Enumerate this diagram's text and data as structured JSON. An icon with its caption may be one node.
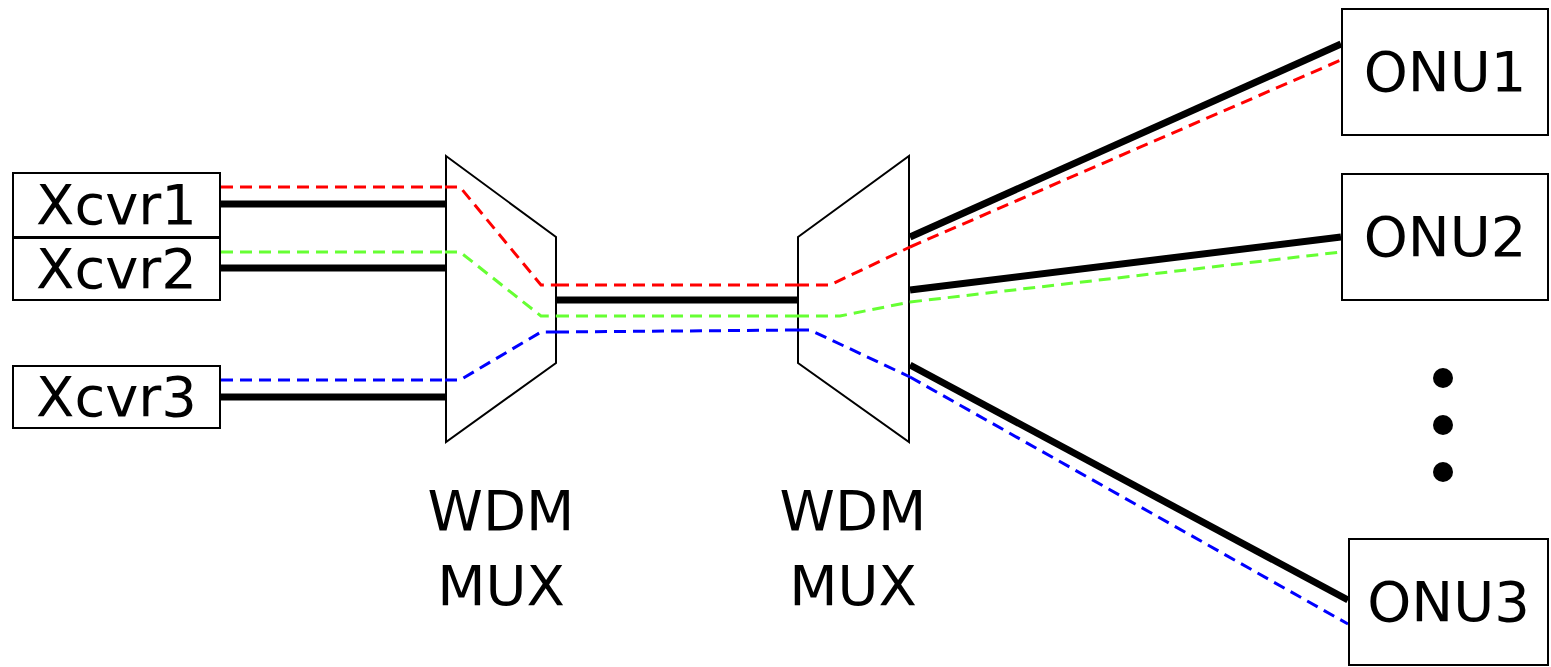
{
  "diagram": {
    "nodes": [
      {
        "text": [
          "Xcvr1"
        ]
      },
      {
        "text": [
          "Xcvr2"
        ]
      },
      {
        "text": [
          "Xcvr3"
        ]
      },
      {
        "text": [
          "WDM MUX"
        ]
      },
      {
        "text": [
          "WDM MUX"
        ]
      },
      {
        "text": [
          "ONU1"
        ]
      },
      {
        "text": [
          "ONU2"
        ]
      },
      {
        "text": [
          "ONU3"
        ]
      }
    ],
    "edges": [
      {
        "from": 0,
        "to": 3,
        "arrow": "none",
        "style": "thick"
      },
      {
        "from": 1,
        "to": 3,
        "arrow": "none",
        "style": "thick"
      },
      {
        "from": 2,
        "to": 3,
        "arrow": "none",
        "style": "thick"
      },
      {
        "from": 3,
        "to": 4,
        "arrow": "none",
        "style": "thick"
      },
      {
        "from": 4,
        "to": 5,
        "arrow": "none",
        "style": "thick"
      },
      {
        "from": 4,
        "to": 6,
        "arrow": "none",
        "style": "thick"
      },
      {
        "from": 4,
        "to": 7,
        "arrow": "none",
        "style": "thick"
      },
      {
        "from": 0,
        "to": 3,
        "arrow": "none",
        "style": "dashed",
        "color": "#ff0000"
      },
      {
        "from": 1,
        "to": 3,
        "arrow": "none",
        "style": "dashed",
        "color": "#66ff33"
      },
      {
        "from": 2,
        "to": 3,
        "arrow": "none",
        "style": "dashed",
        "color": "#0000ff"
      },
      {
        "from": 3,
        "to": 4,
        "arrow": "none",
        "style": "dashed",
        "color": "#ff0000"
      },
      {
        "from": 3,
        "to": 4,
        "arrow": "none",
        "style": "dashed",
        "color": "#66ff33"
      },
      {
        "from": 3,
        "to": 4,
        "arrow": "none",
        "style": "dashed",
        "color": "#0000ff"
      },
      {
        "from": 4,
        "to": 5,
        "arrow": "none",
        "style": "dashed",
        "color": "#ff0000"
      },
      {
        "from": 4,
        "to": 6,
        "arrow": "none",
        "style": "dashed",
        "color": "#66ff33"
      },
      {
        "from": 4,
        "to": 7,
        "arrow": "none",
        "style": "dashed",
        "color": "#0000ff"
      }
    ]
  }
}
